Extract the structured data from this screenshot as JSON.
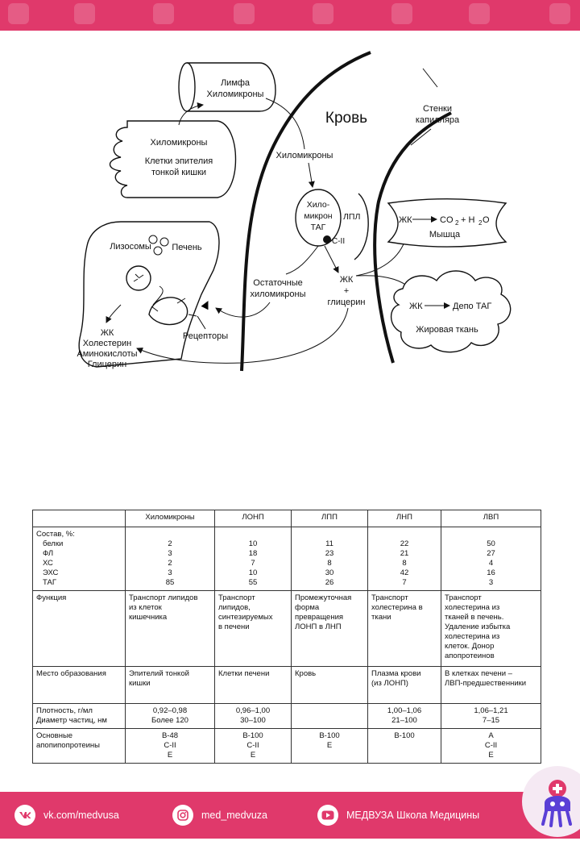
{
  "diagram": {
    "blood": "Кровь",
    "capillary_walls": [
      "Стенки",
      "капилляра"
    ],
    "lymph": [
      "Лимфа",
      "Хиломикроны"
    ],
    "intestine": [
      "Хиломикроны",
      "Клетки эпителия",
      "тонкой кишки"
    ],
    "chylomicrons": "Хиломикроны",
    "chylomicron_tag": [
      "Хило-",
      "микрон",
      "ТАГ"
    ],
    "apo_c2": "С-II",
    "lpl": "ЛПЛ",
    "lysosomes": "Лизосомы",
    "liver": "Печень",
    "liver_products": [
      "ЖК",
      "Холестерин",
      "Аминокислоты",
      "Глицерин"
    ],
    "receptors": "Рецепторы",
    "remnants": [
      "Остаточные",
      "хиломикроны"
    ],
    "fa_glycerol": [
      "ЖК",
      "+",
      "глицерин"
    ],
    "muscle_fa": "ЖК",
    "muscle_co2": "CO",
    "muscle_h2o": "+ H",
    "muscle_o": "O",
    "sub_2": "2",
    "muscle": "Мышца",
    "adipose_fa": "ЖК",
    "adipose_depot": "Депо ТАГ",
    "adipose": "Жировая ткань"
  },
  "table": {
    "headers": [
      "",
      "Хиломикроны",
      "ЛОНП",
      "ЛПП",
      "ЛНП",
      "ЛВП"
    ],
    "composition_label": "Состав, %:",
    "composition_rows": [
      "белки",
      "ФЛ",
      "ХС",
      "ЭХС",
      "ТАГ"
    ],
    "composition": [
      [
        "2",
        "3",
        "2",
        "3",
        "85"
      ],
      [
        "10",
        "18",
        "7",
        "10",
        "55"
      ],
      [
        "11",
        "23",
        "8",
        "30",
        "26"
      ],
      [
        "22",
        "21",
        "8",
        "42",
        "7"
      ],
      [
        "50",
        "27",
        "4",
        "16",
        "3"
      ]
    ],
    "function_label": "Функция",
    "functions": [
      [
        "Транспорт липидов",
        "из клеток",
        "кишечника"
      ],
      [
        "Транспорт",
        "липидов,",
        "синтезируемых",
        "в печени"
      ],
      [
        "Промежуточная",
        "форма",
        "превращения",
        "ЛОНП в ЛНП"
      ],
      [
        "Транспорт",
        "холестерина в",
        "ткани"
      ],
      [
        "Транспорт",
        "холестерина из",
        "тканей в печень.",
        "Удаление избытка",
        "холестерина из",
        "клеток. Донор",
        "апопротеинов"
      ]
    ],
    "formation_label": "Место образования",
    "formation": [
      [
        "Эпителий тонкой",
        "кишки"
      ],
      [
        "Клетки печени"
      ],
      [
        "Кровь"
      ],
      [
        "Плазма крови",
        "(из ЛОНП)"
      ],
      [
        "В клетках печени –",
        "ЛВП-предшественники"
      ]
    ],
    "density_label": "Плотность, г/мл",
    "diameter_label": "Диаметр частиц, нм",
    "density": [
      "0,92–0,98",
      "0,96–1,00",
      "",
      "1,00–1,06",
      "1,06–1,21"
    ],
    "diameter": [
      "Более 120",
      "30–100",
      "",
      "21–100",
      "7–15"
    ],
    "apo_label": [
      "Основные",
      "апопипопротеины"
    ],
    "apo": [
      [
        "В-48",
        "С-II",
        "Е"
      ],
      [
        "В-100",
        "С-II",
        "Е"
      ],
      [
        "В-100",
        "Е"
      ],
      [
        "В-100"
      ],
      [
        "А",
        "С-II",
        "Е"
      ]
    ]
  },
  "footer": {
    "vk": "vk.com/medvusa",
    "instagram": "med_medvuza",
    "youtube": "МЕДВУЗА Школа Медицины"
  },
  "colors": {
    "brand": "#e0396b"
  }
}
